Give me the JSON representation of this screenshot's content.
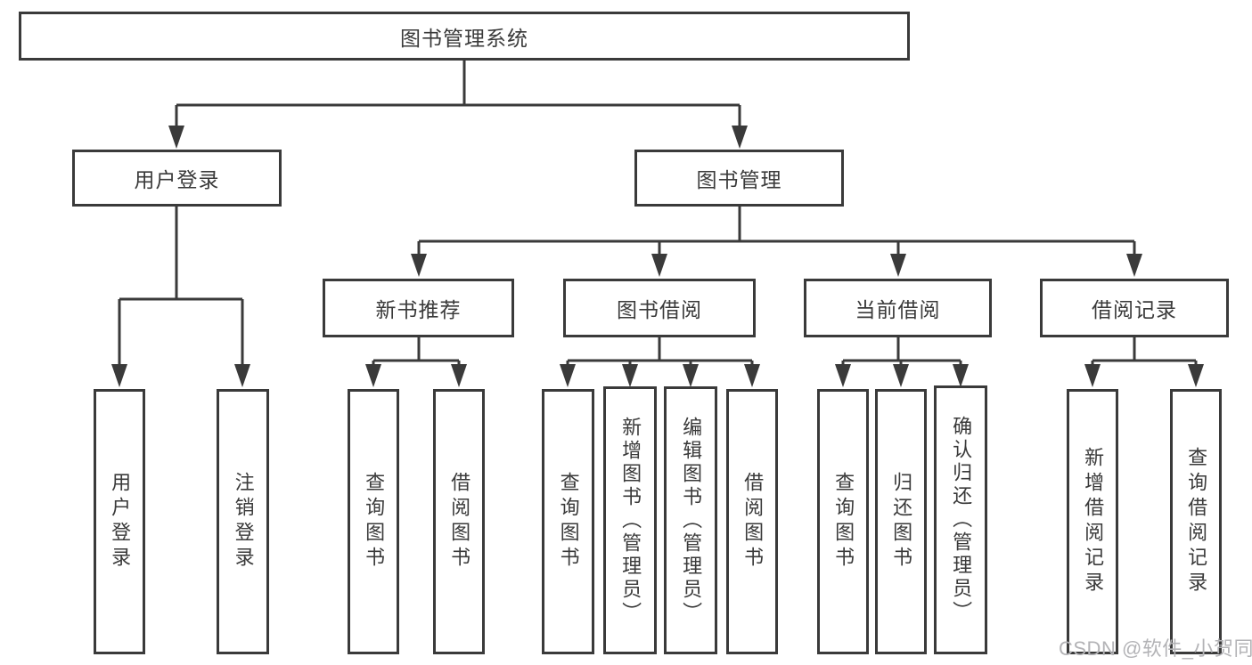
{
  "diagram": {
    "title": "图书管理系统",
    "root": {
      "label": "图书管理系统"
    },
    "level2": [
      {
        "label": "用户登录"
      },
      {
        "label": "图书管理"
      }
    ],
    "level3": [
      {
        "label": "新书推荐"
      },
      {
        "label": "图书借阅"
      },
      {
        "label": "当前借阅"
      },
      {
        "label": "借阅记录"
      }
    ],
    "leaves": {
      "user_login": [
        "用户登录",
        "注销登录"
      ],
      "new_book": [
        "查询图书",
        "借阅图书"
      ],
      "book_borrow": [
        "查询图书",
        "新增图书（管理员）",
        "编辑图书（管理员）",
        "借阅图书"
      ],
      "current_borrow": [
        "查询图书",
        "归还图书",
        "确认归还（管理员）"
      ],
      "borrow_record": [
        "新增借阅记录",
        "查询借阅记录"
      ]
    },
    "colors": {
      "line": "#3a3a3a",
      "box_border": "#3a3a3a",
      "text": "#3a3a3a",
      "background": "#ffffff",
      "watermark": "#b3b3b6"
    }
  },
  "watermark": {
    "text": "CSDN @软件_小贺同学"
  }
}
